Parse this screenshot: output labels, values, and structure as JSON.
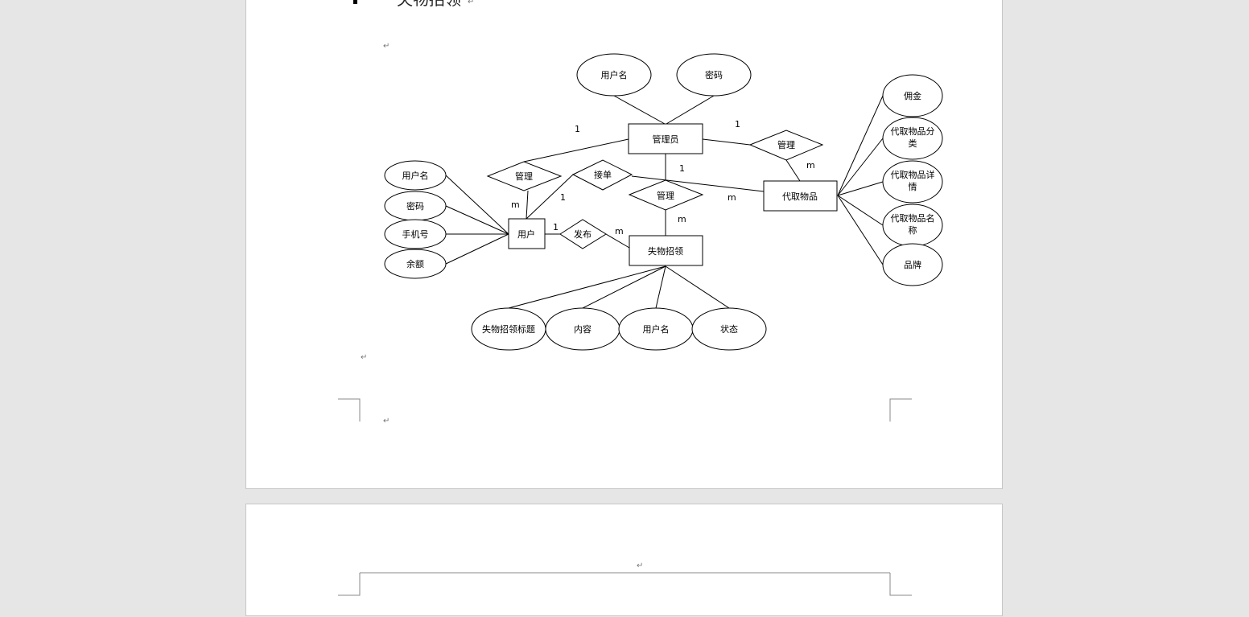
{
  "document": {
    "heading": "失物招领",
    "paragraph_mark": "↵"
  },
  "er_diagram": {
    "entities": {
      "admin": "管理员",
      "user": "用户",
      "lost_found": "失物招领",
      "proxy_item": "代取物品"
    },
    "relations": {
      "manage_user": "管理",
      "accept_order": "接单",
      "manage_lost": "管理",
      "manage_item": "管理",
      "publish": "发布"
    },
    "attributes": {
      "admin_username": "用户名",
      "admin_password": "密码",
      "user_username": "用户名",
      "user_password": "密码",
      "user_phone": "手机号",
      "user_balance": "余额",
      "lost_title": "失物招领标题",
      "lost_content": "内容",
      "lost_username": "用户名",
      "lost_status": "状态",
      "item_commission": "佣金",
      "item_category": [
        "代取物品分",
        "类"
      ],
      "item_detail": [
        "代取物品详",
        "情"
      ],
      "item_name": [
        "代取物品名",
        "称"
      ],
      "item_brand": "品牌"
    },
    "cardinalities": {
      "admin_user_1": "1",
      "admin_item_1": "1",
      "admin_lost_1": "1",
      "user_m": "m",
      "accept_1": "1",
      "item_m_top": "m",
      "item_m_left": "m",
      "lost_m": "m",
      "publish_1": "1",
      "publish_m": "m"
    }
  }
}
